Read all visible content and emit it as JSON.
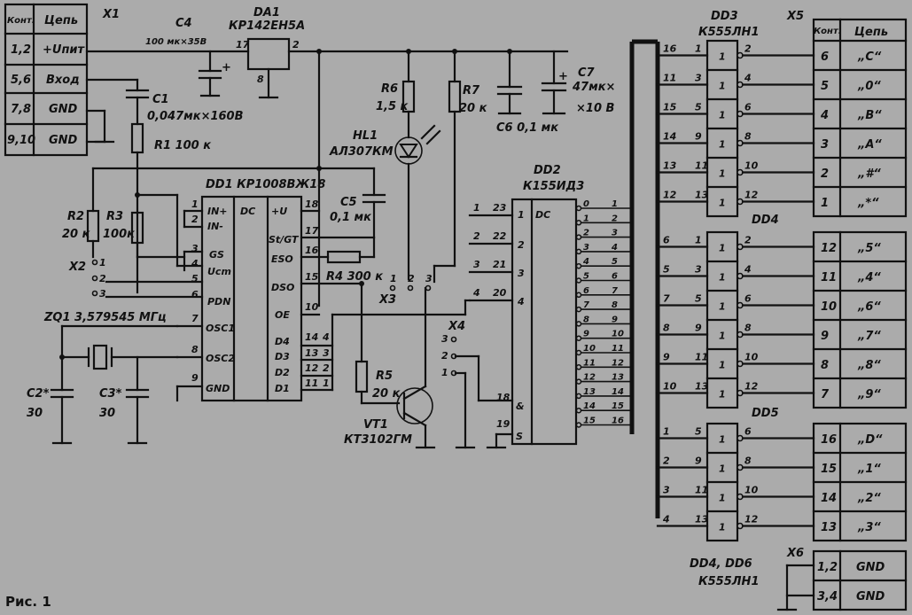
{
  "caption": "Рис. 1",
  "x1": {
    "label": "X1",
    "head_contact": "Конт.",
    "head_circuit": "Цепь",
    "rows": [
      {
        "contact": "1,2",
        "circuit": "+Uпит"
      },
      {
        "contact": "5,6",
        "circuit": "Вход"
      },
      {
        "contact": "7,8",
        "circuit": "GND"
      },
      {
        "contact": "9,10",
        "circuit": "GND"
      }
    ]
  },
  "x5": {
    "label": "X5",
    "head_contact": "Конт.",
    "head_circuit": "Цепь",
    "rows": [
      {
        "contact": "6",
        "circuit": "„C“"
      },
      {
        "contact": "5",
        "circuit": "„0“"
      },
      {
        "contact": "4",
        "circuit": "„B“"
      },
      {
        "contact": "3",
        "circuit": "„A“"
      },
      {
        "contact": "2",
        "circuit": "„#“"
      },
      {
        "contact": "1",
        "circuit": "„*“"
      },
      {
        "contact": "12",
        "circuit": "„5“"
      },
      {
        "contact": "11",
        "circuit": "„4“"
      },
      {
        "contact": "10",
        "circuit": "„6“"
      },
      {
        "contact": "9",
        "circuit": "„7“"
      },
      {
        "contact": "8",
        "circuit": "„8“"
      },
      {
        "contact": "7",
        "circuit": "„9“"
      },
      {
        "contact": "16",
        "circuit": "„D“"
      },
      {
        "contact": "15",
        "circuit": "„1“"
      },
      {
        "contact": "14",
        "circuit": "„2“"
      },
      {
        "contact": "13",
        "circuit": "„3“"
      }
    ]
  },
  "x6": {
    "label": "X6",
    "rows": [
      {
        "contact": "1,2",
        "circuit": "GND"
      },
      {
        "contact": "3,4",
        "circuit": "GND"
      }
    ]
  },
  "parts": {
    "c4": {
      "ref": "C4",
      "value": "100 мк×35В"
    },
    "da1": {
      "ref": "DA1",
      "type": "КР142ЕН5А"
    },
    "c1": {
      "ref": "C1",
      "value": "0,047мк×160В"
    },
    "r1": {
      "label": "R1 100 к"
    },
    "r6": {
      "ref": "R6",
      "value": "1,5 к"
    },
    "hl1": {
      "ref": "HL1",
      "type": "АЛ307КМ"
    },
    "r7": {
      "ref": "R7",
      "value": "20 к"
    },
    "c6": {
      "label": "C6 0,1 мк"
    },
    "c7": {
      "ref": "C7",
      "value": "47мк×",
      "voltage": "×10 В"
    },
    "dd1": {
      "label": "DD1 КР1008ВЖ18"
    },
    "c5": {
      "ref": "C5",
      "value": "0,1 мк"
    },
    "r4": {
      "label": "R4 300 к"
    },
    "r2": {
      "ref": "R2",
      "value": "20 к"
    },
    "r3": {
      "ref": "R3",
      "value": "100к"
    },
    "x2": {
      "label": "X2"
    },
    "zq1": {
      "label": "ZQ1 3,579545 МГц"
    },
    "c2": {
      "ref": "C2*",
      "value": "30"
    },
    "c3": {
      "ref": "C3*",
      "value": "30"
    },
    "x3": {
      "label": "X3"
    },
    "r5": {
      "ref": "R5",
      "value": "20 к"
    },
    "vt1": {
      "ref": "VT1",
      "type": "КТ3102ГМ"
    },
    "x4": {
      "label": "X4"
    },
    "dd2": {
      "ref": "DD2",
      "type": "К155ИД3"
    },
    "dd3": {
      "ref": "DD3",
      "type": "К555ЛН1"
    },
    "dd4": {
      "ref": "DD4"
    },
    "dd5": {
      "ref": "DD5"
    },
    "dd4_dd6": {
      "ref": "DD4, DD6",
      "type": "К555ЛН1"
    }
  },
  "dd2_outputs": [
    {
      "pin": "0",
      "out": "1"
    },
    {
      "pin": "1",
      "out": "2"
    },
    {
      "pin": "2",
      "out": "3"
    },
    {
      "pin": "3",
      "out": "4"
    },
    {
      "pin": "4",
      "out": "5"
    },
    {
      "pin": "5",
      "out": "6"
    },
    {
      "pin": "6",
      "out": "7"
    },
    {
      "pin": "7",
      "out": "8"
    },
    {
      "pin": "8",
      "out": "9"
    },
    {
      "pin": "9",
      "out": "10"
    },
    {
      "pin": "10",
      "out": "11"
    },
    {
      "pin": "11",
      "out": "12"
    },
    {
      "pin": "12",
      "out": "13"
    },
    {
      "pin": "13",
      "out": "14"
    },
    {
      "pin": "14",
      "out": "15"
    },
    {
      "pin": "15",
      "out": "16"
    }
  ],
  "gate_blocks": [
    {
      "gates": [
        {
          "bus": "16",
          "in": "1",
          "out": "2",
          "sym": "1"
        },
        {
          "bus": "11",
          "in": "3",
          "out": "4",
          "sym": "1"
        },
        {
          "bus": "15",
          "in": "5",
          "out": "6",
          "sym": "1"
        },
        {
          "bus": "14",
          "in": "9",
          "out": "8",
          "sym": "1"
        },
        {
          "bus": "13",
          "in": "11",
          "out": "10",
          "sym": "1"
        },
        {
          "bus": "12",
          "in": "13",
          "out": "12",
          "sym": "1"
        }
      ]
    },
    {
      "gates": [
        {
          "bus": "6",
          "in": "1",
          "out": "2",
          "sym": "1"
        },
        {
          "bus": "5",
          "in": "3",
          "out": "4",
          "sym": "1"
        },
        {
          "bus": "7",
          "in": "5",
          "out": "6",
          "sym": "1"
        },
        {
          "bus": "8",
          "in": "9",
          "out": "8",
          "sym": "1"
        },
        {
          "bus": "9",
          "in": "11",
          "out": "10",
          "sym": "1"
        },
        {
          "bus": "10",
          "in": "13",
          "out": "12",
          "sym": "1"
        }
      ]
    },
    {
      "gates": [
        {
          "bus": "1",
          "in": "5",
          "out": "6",
          "sym": "1"
        },
        {
          "bus": "2",
          "in": "9",
          "out": "8",
          "sym": "1"
        },
        {
          "bus": "3",
          "in": "11",
          "out": "10",
          "sym": "1"
        },
        {
          "bus": "4",
          "in": "13",
          "out": "12",
          "sym": "1"
        }
      ]
    }
  ]
}
